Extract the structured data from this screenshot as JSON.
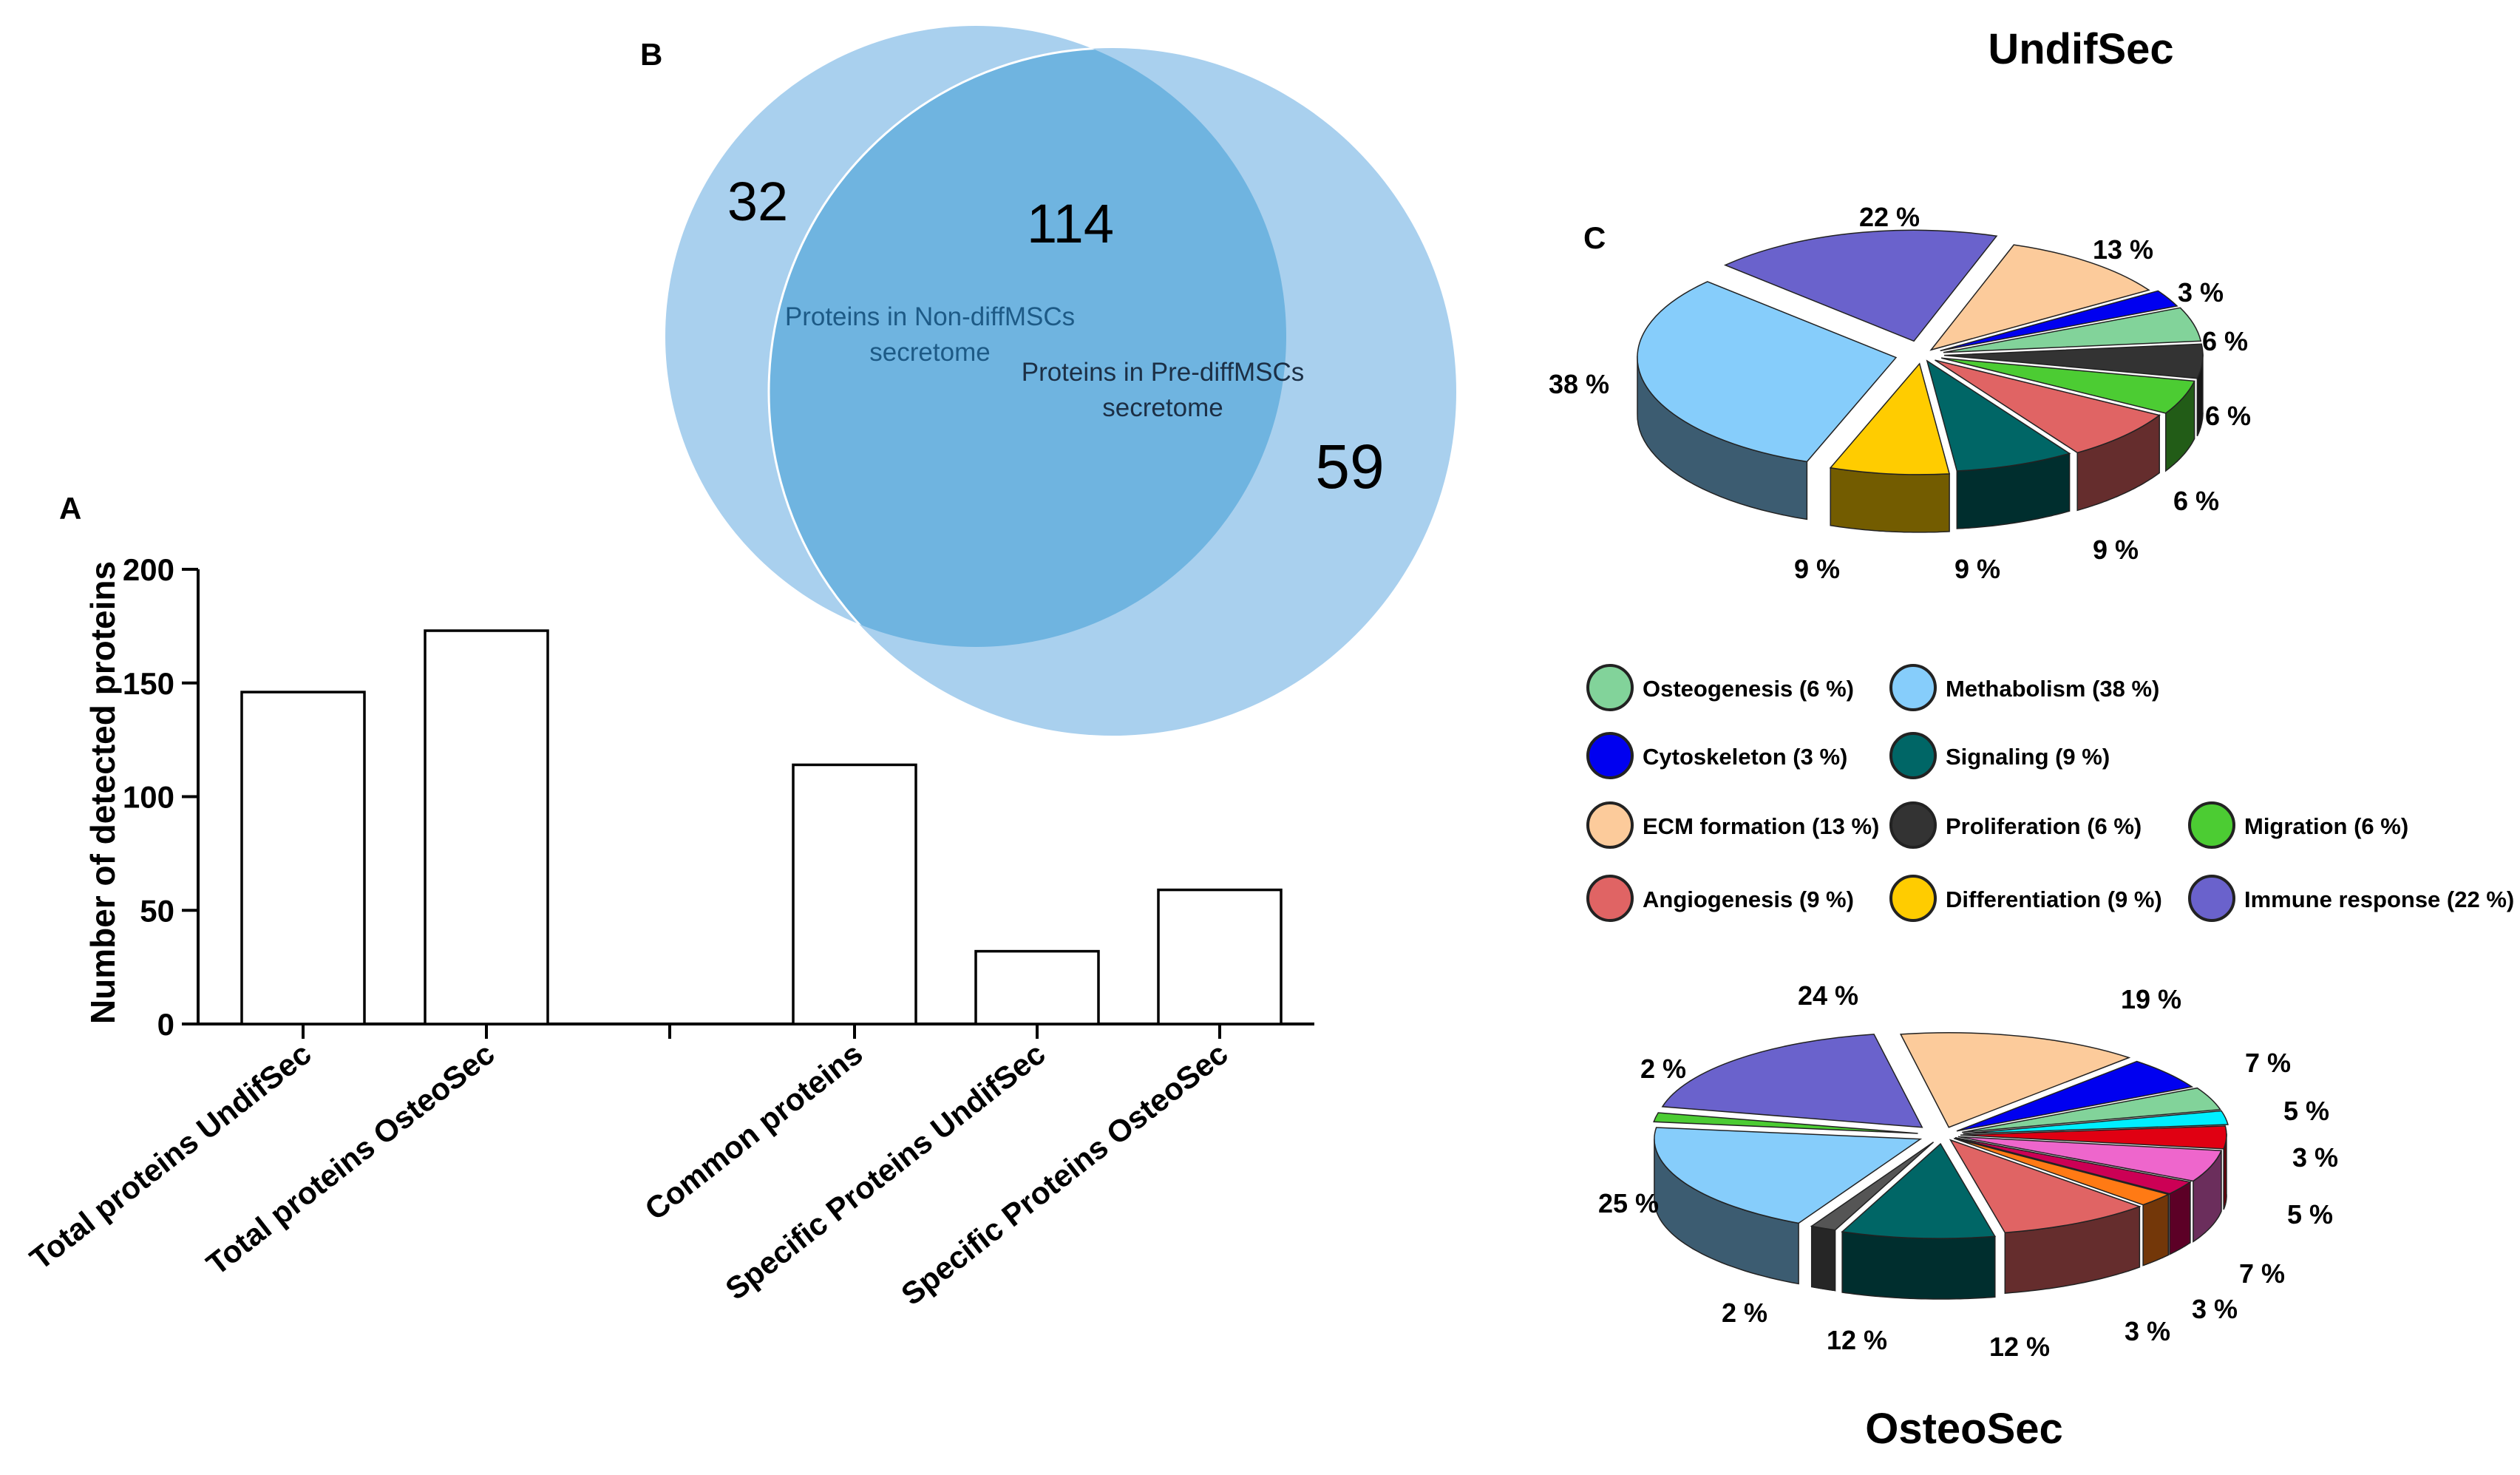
{
  "panels": {
    "a_label": "A",
    "b_label": "B",
    "c_label": "C"
  },
  "bar_chart": {
    "ylabel": "Number of detected proteins",
    "yticks": [
      "0",
      "50",
      "100",
      "150",
      "200"
    ]
  },
  "venn": {
    "left_only": "32",
    "overlap": "114",
    "right_only": "59",
    "left_label_line1": "Proteins in Non-diffMSCs",
    "left_label_line2": "secretome",
    "right_label_line1": "Proteins in Pre-diffMSCs",
    "right_label_line2": "secretome"
  },
  "pies": {
    "undif_title": "UndifSec",
    "osteo_title": "OsteoSec"
  },
  "colors": {
    "osteogenesis": "#82d39a",
    "metabolism": "#86cdfb",
    "cytoskeleton": "#0000f0",
    "signaling": "#006666",
    "ecm": "#fccb9b",
    "proliferation": "#333333",
    "migration": "#4ccc33",
    "angiogenesis": "#e06464",
    "differentiation": "#ffcc00",
    "immune": "#6a62cc",
    "cyan_extra": "#00eeff",
    "red_extra": "#e00012",
    "pink_extra": "#ee66cc",
    "crimson_extra": "#cc0055",
    "orange_extra": "#ff7a14",
    "darkgrey_extra": "#555555"
  },
  "chart_data": [
    {
      "type": "bar",
      "categories": [
        "Total proteins UndifSec",
        "Total proteins OsteoSec",
        "",
        "Common proteins",
        "Specific Proteins UndifSec",
        "Specific Proteins OsteoSec"
      ],
      "values": [
        146,
        173,
        0,
        114,
        32,
        59
      ],
      "title": "",
      "xlabel": "",
      "ylabel": "Number of detected proteins",
      "ylim": [
        0,
        200
      ],
      "grid": false
    },
    {
      "type": "pie",
      "title": "UndifSec",
      "slices": [
        {
          "label": "Immune response (22 %)",
          "value": 22,
          "color_key": "immune",
          "pct_text": "22 %"
        },
        {
          "label": "ECM formation (13 %)",
          "value": 13,
          "color_key": "ecm",
          "pct_text": "13 %"
        },
        {
          "label": "Cytoskeleton (3 %)",
          "value": 3,
          "color_key": "cytoskeleton",
          "pct_text": "3 %"
        },
        {
          "label": "Osteogenesis (6 %)",
          "value": 6,
          "color_key": "osteogenesis",
          "pct_text": "6 %"
        },
        {
          "label": "Proliferation (6 %)",
          "value": 6,
          "color_key": "proliferation",
          "pct_text": "6 %"
        },
        {
          "label": "Migration (6 %)",
          "value": 6,
          "color_key": "migration",
          "pct_text": "6 %"
        },
        {
          "label": "Angiogenesis (9 %)",
          "value": 9,
          "color_key": "angiogenesis",
          "pct_text": "9 %"
        },
        {
          "label": "Signaling (9 %)",
          "value": 9,
          "color_key": "signaling",
          "pct_text": "9 %"
        },
        {
          "label": "Differentiation (9 %)",
          "value": 9,
          "color_key": "differentiation",
          "pct_text": "9 %"
        },
        {
          "label": "Methabolism (38 %)",
          "value": 38,
          "color_key": "metabolism",
          "pct_text": "38 %"
        }
      ],
      "legend": [
        {
          "text": "Osteogenesis (6 %)",
          "color_key": "osteogenesis"
        },
        {
          "text": "Methabolism (38 %)",
          "color_key": "metabolism"
        },
        {
          "text": "Cytoskeleton (3 %)",
          "color_key": "cytoskeleton"
        },
        {
          "text": "Signaling (9 %)",
          "color_key": "signaling"
        },
        {
          "text": "ECM formation (13 %)",
          "color_key": "ecm"
        },
        {
          "text": "Proliferation (6 %)",
          "color_key": "proliferation"
        },
        {
          "text": "Migration (6 %)",
          "color_key": "migration"
        },
        {
          "text": "Angiogenesis (9 %)",
          "color_key": "angiogenesis"
        },
        {
          "text": "Differentiation (9 %)",
          "color_key": "differentiation"
        },
        {
          "text": "Immune response (22 %)",
          "color_key": "immune"
        }
      ]
    },
    {
      "type": "pie",
      "title": "OsteoSec",
      "slices": [
        {
          "value": 24,
          "color_key": "immune",
          "pct_text": "24 %"
        },
        {
          "value": 19,
          "color_key": "ecm",
          "pct_text": "19 %"
        },
        {
          "value": 7,
          "color_key": "cytoskeleton",
          "pct_text": "7 %"
        },
        {
          "value": 5,
          "color_key": "osteogenesis",
          "pct_text": "5 %"
        },
        {
          "value": 3,
          "color_key": "cyan_extra",
          "pct_text": "3 %"
        },
        {
          "value": 5,
          "color_key": "red_extra",
          "pct_text": "5 %"
        },
        {
          "value": 7,
          "color_key": "pink_extra",
          "pct_text": "7 %"
        },
        {
          "value": 3,
          "color_key": "crimson_extra",
          "pct_text": "3 %"
        },
        {
          "value": 3,
          "color_key": "orange_extra",
          "pct_text": "3 %"
        },
        {
          "value": 12,
          "color_key": "angiogenesis",
          "pct_text": "12 %"
        },
        {
          "value": 12,
          "color_key": "signaling",
          "pct_text": "12 %"
        },
        {
          "value": 2,
          "color_key": "darkgrey_extra",
          "pct_text": "2 %"
        },
        {
          "value": 25,
          "color_key": "metabolism",
          "pct_text": "25 %"
        },
        {
          "value": 2,
          "color_key": "migration",
          "pct_text": "2 %"
        }
      ]
    }
  ]
}
